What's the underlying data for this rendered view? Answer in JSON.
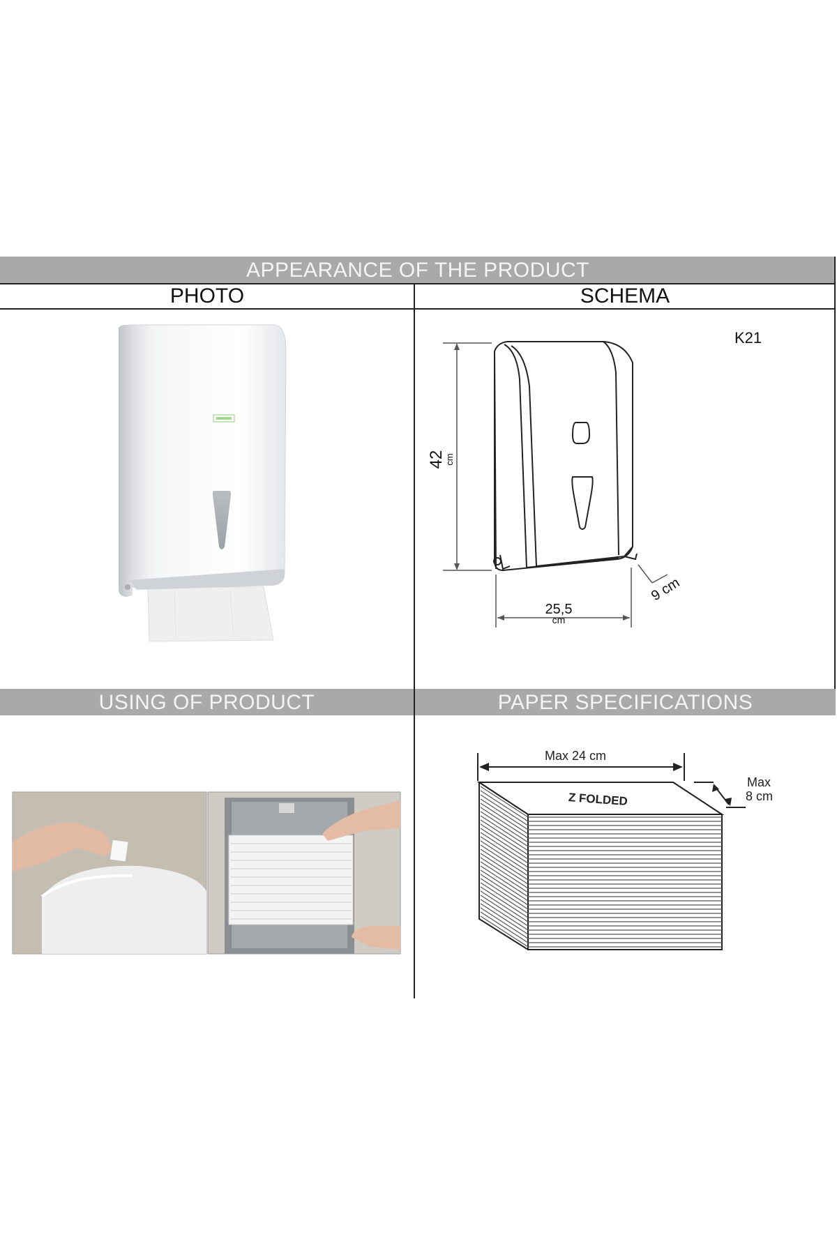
{
  "sections": {
    "appearance_title": "APPEARANCE OF THE PRODUCT",
    "photo_header": "PHOTO",
    "schema_header": "SCHEMA",
    "using_title": "USING OF PRODUCT",
    "paper_title": "PAPER  SPECIFICATIONS"
  },
  "schema": {
    "model": "K21",
    "height_value": "42",
    "height_unit": "cm",
    "width_value": "25,5",
    "width_unit": "cm",
    "depth": "9 cm"
  },
  "paper": {
    "max_width": "Max 24 cm",
    "max_depth_line1": "Max",
    "max_depth_line2": "8 cm",
    "fold_label": "Z FOLDED"
  },
  "colors": {
    "section_bar": "#a9a9a9",
    "border": "#222222"
  }
}
